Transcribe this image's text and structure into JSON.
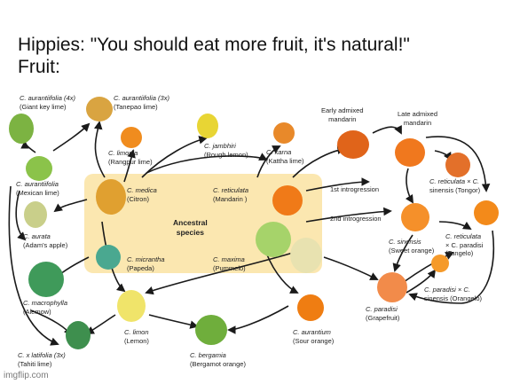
{
  "caption": {
    "line1": "Hippies: \"You should eat more fruit, it's natural!\"",
    "line2": "Fruit:"
  },
  "ancestral": "Ancestral\nspecies",
  "headers": {
    "early": "Early admixed\nmandarin",
    "late": "Late admixed\nmandarin",
    "intro1": "1st introgression",
    "intro2": "2nd introgression"
  },
  "fruits": [
    {
      "id": "giant-key-lime",
      "sci": "C. aurantiifolia (4x)",
      "common": "(Giant key lime)",
      "color": "#7cb342"
    },
    {
      "id": "tanepao-lime",
      "sci": "C. aurantiifolia (3x)",
      "common": "(Tanepao lime)",
      "color": "#d9a441"
    },
    {
      "id": "rangpur-lime",
      "sci": "C. limonia",
      "common": "(Rangpur lime)",
      "color": "#f08c1e"
    },
    {
      "id": "rough-lemon",
      "sci": "C. jambhiri",
      "common": "(Rough lemon)",
      "color": "#e8d534"
    },
    {
      "id": "kattha-lime",
      "sci": "C. karna",
      "common": "(Kattha lime)",
      "color": "#e8892a"
    },
    {
      "id": "mexican-lime",
      "sci": "C. aurantiifolia",
      "common": "(Mexican lime)",
      "color": "#8bc34a"
    },
    {
      "id": "citron",
      "sci": "C. medica",
      "common": "(Citron)",
      "color": "#e0a030"
    },
    {
      "id": "mandarin",
      "sci": "C. reticulata",
      "common": "(Mandarin )",
      "color": "#f07a18"
    },
    {
      "id": "adams-apple",
      "sci": "C. aurata",
      "common": "(Adam's apple)",
      "color": "#c9cf8a"
    },
    {
      "id": "papeda",
      "sci": "C. micrantha",
      "common": "(Papeda)",
      "color": "#4aa890"
    },
    {
      "id": "pummelo",
      "sci": "C. maxima",
      "common": "(Pummelo)",
      "color": "#a6d36a"
    },
    {
      "id": "alemow",
      "sci": "C. macrophylla",
      "common": "(Alemow)",
      "color": "#3f9a5a"
    },
    {
      "id": "lemon",
      "sci": "C. limon",
      "common": "(Lemon)",
      "color": "#f0e46a"
    },
    {
      "id": "tahiti-lime",
      "sci": "C. x latifolia (3x)",
      "common": "(Tahiti lime)",
      "color": "#3e8f4e"
    },
    {
      "id": "bergamot",
      "sci": "C. bergamia",
      "common": "(Bergamot orange)",
      "color": "#6fae3c"
    },
    {
      "id": "sour-orange",
      "sci": "C. aurantium",
      "common": "(Sour orange)",
      "color": "#ef7d12"
    },
    {
      "id": "grapefruit",
      "sci": "C. paradisi",
      "common": "(Grapefruit)",
      "color": "#f28b4a"
    },
    {
      "id": "orangelo",
      "sci": "C. paradisi × C.",
      "common": "sinensis (Orangelo)",
      "color": "#f59a2a"
    },
    {
      "id": "sweet-orange",
      "sci": "C. sinensis",
      "common": "(Sweet orange)",
      "color": "#f5902a"
    },
    {
      "id": "tongor",
      "sci": "C. reticulata × C.",
      "common": "sinensis (Tongor)",
      "color": "#e3702a"
    },
    {
      "id": "tangelo",
      "sci": "C. reticulata",
      "common": "× C. paradisi",
      "common2": "(Tangelo)",
      "color": "#f38a1a"
    },
    {
      "id": "early-mandarin",
      "sci": "",
      "common": "",
      "color": "#e0641a"
    },
    {
      "id": "late-mandarin",
      "sci": "",
      "common": "",
      "color": "#f0781e"
    }
  ],
  "colors": {
    "ancestral_box": "#fbe7b0",
    "arrow": "#1a1a1a"
  },
  "watermark": "imgflip.com"
}
